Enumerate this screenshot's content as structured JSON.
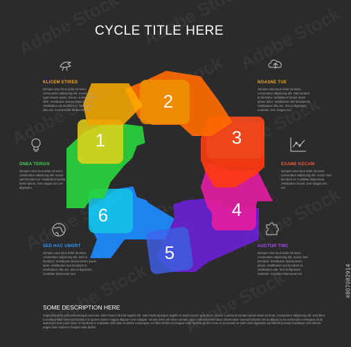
{
  "title": "CYCLE TITLE HERE",
  "watermark": "Adobe Stock",
  "stock_id": "#807082914",
  "colors": {
    "background": "#2b2b2d",
    "step1": "#f7e018",
    "step2": "#ff8a00",
    "step3": "#ff3a12",
    "step4": "#e21d9e",
    "step5": "#6b21d4",
    "step6": "#1d8bff",
    "green": "#29d33c",
    "cyan": "#12d4f6"
  },
  "steps": [
    {
      "number": "1"
    },
    {
      "number": "2"
    },
    {
      "number": "3"
    },
    {
      "number": "4"
    },
    {
      "number": "5"
    },
    {
      "number": "6"
    }
  ],
  "blocks": [
    {
      "heading": "KLICEM ETIRED",
      "heading_color": "#f5a623",
      "icon": "bird-icon",
      "body": "Semper uma risus dolor sit amet, consectetur adipiscing elit. Auctor Sed eget mauris quam. Donec ut elementum nibh. Vestibulum lacinia lorem ipsum. Vestibulum elit tincidunt et. Vestibulum ulta orci. Consectetur Maecenas vel."
    },
    {
      "heading": "NOASNE TUE",
      "heading_color": "#f5a623",
      "icon": "cloud-upload-icon",
      "body": "Semper uma risus dolor sit amet, consectetur adipiscing elit. Nam tempor et tincidunt. Vestibulum lacinia lorem ipsum dolor. Vestibulum sed tincidunt et. Vestibulum ulta orci. Sim id dignissim molestie, sem magna nec."
    },
    {
      "heading": "EXAME KECAM",
      "heading_color": "#ff5a36",
      "icon": "line-chart-icon",
      "body": "Semper uma risus dolor sit amet, consectetur adipiscing elit. Auctor Sed tincidunt et. Curabitur Maecenas. Vestibulum lacinia. Sim magna nec est."
    },
    {
      "heading": "AUCTOR TINC",
      "heading_color": "#b34dff",
      "icon": "puzzle-icon",
      "body": "Semper uma risus dolor sit amet, consectetur adipiscing elit. Auctor Sed tincidunt. Vestibulum lacinia lorem ipsum. Vestibulum sed tincidunt et. Vestibulum ulta. Sim id dignissim molestie. Curabitur Maecenas vel."
    },
    {
      "heading": "SED HAC UMORT",
      "heading_color": "#2f9bff",
      "icon": "globe-icon",
      "body": "Semper uma risus dolor sit amet, consectetur adipiscing elit. Sed ut tincidunt. Vestibulum lacinia lorem ipsum dolor. Vestibulum sed tincidunt et. Vestibulum ulta orci. Sim id dignissim, Curabitur Maecenas sed."
    },
    {
      "heading": "ONEA TERIUS",
      "heading_color": "#3ddc52",
      "icon": "lightbulb-icon",
      "body": "Semper uma risus dolor sit amet, consectetur adipiscing elit. Auctor Sed tincidunt et. Vestibulum lacinia lorem ipsum. Sim magna nec est dignissim."
    }
  ],
  "description": {
    "title": "SOME DESCRIPTION HERE",
    "body": "Imper proudum sem pellentesque aecenas. Diem fames lacinia sagittis elit. Nam Nulla Quisque sagittis et turpis Donec quis leo In Lorem. Lacinia id semper ipsum dolor sit amet, consectetur adipiscing elit, sed diam nonummy nibh euismod tincidunt ut laoreet dolore magna aliquam erat volutpat. Ut wisi enim ad minim veniam, quis nostrud exerci tation ullamcorper suscipit lobortis nisl ut aliquip ex ea commodo consequat. Duis autem vel eum iriure dolor in hendrerit in vulputate velit esse molestie consequat, vel illum dolore eu feugiat nulla facilisis at vero eros et accumsan et iusto odio dignissim qui blandit praesent luptatum zzril delenit augue duis dolore te feugait nulla facilisi."
  }
}
